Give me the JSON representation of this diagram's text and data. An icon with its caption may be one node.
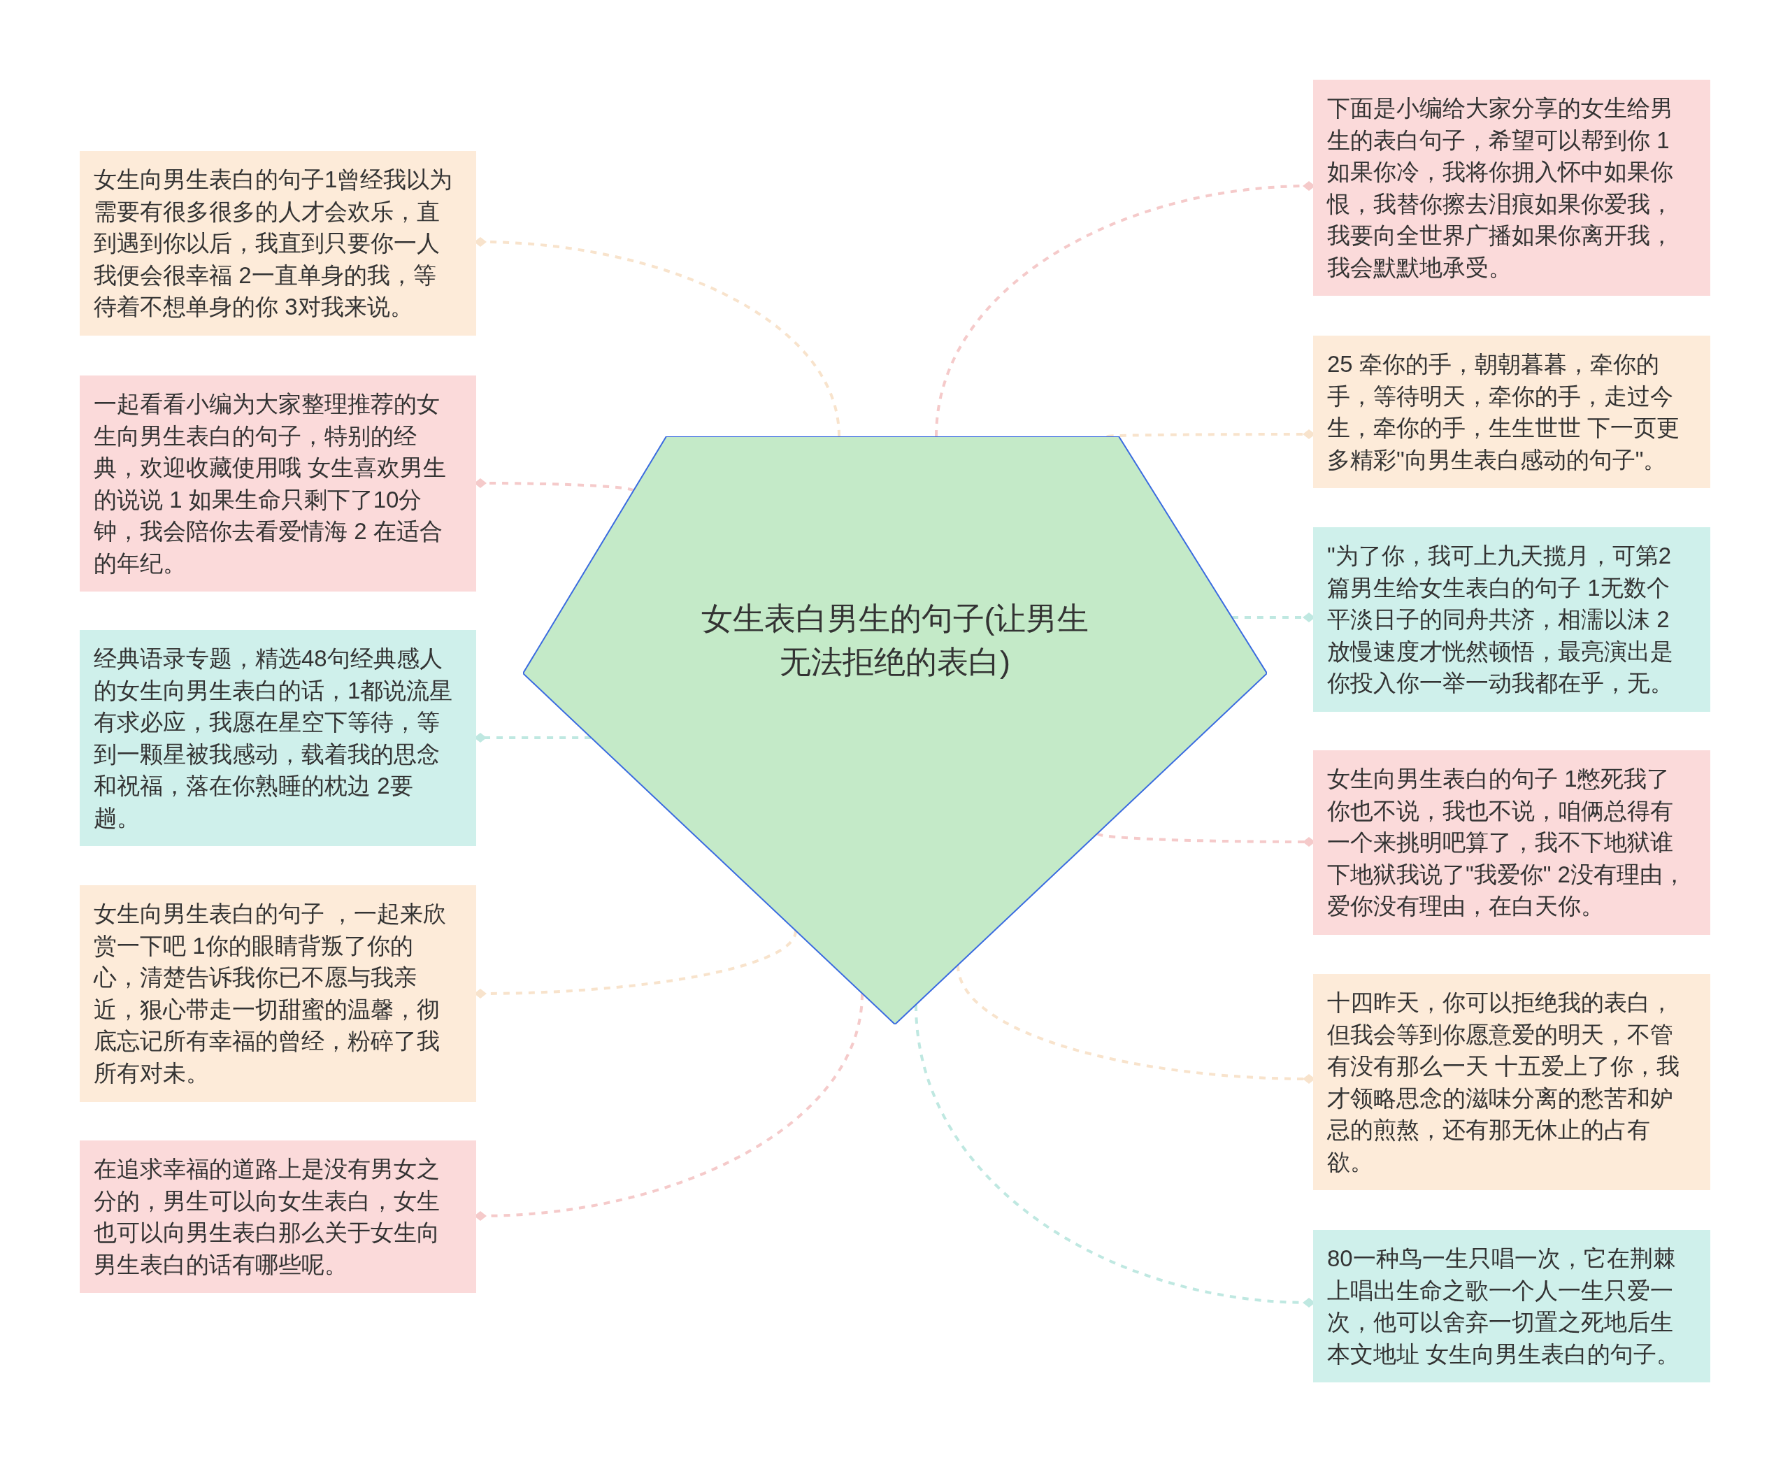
{
  "diagram": {
    "nodes": [
      {
        "text": [
          "女生表白男生的句子(让男生无法拒绝的表白)"
        ]
      },
      {
        "text": [
          "女生向男生表白的句子1曾经我以为需要有很多很多的人才会欢乐，直到遇到你以后，我直到只要你一人我便会很幸福 2一直单身的我，等待着不想单身的你 3对我来说。"
        ]
      },
      {
        "text": [
          "一起看看小编为大家整理推荐的女生向男生表白的句子，特别的经典，欢迎收藏使用哦 女生喜欢男生的说说 1 如果生命只剩下了10分钟，我会陪你去看爱情海 2 在适合的年纪。"
        ]
      },
      {
        "text": [
          "经典语录专题，精选48句经典感人的女生向男生表白的话，1都说流星有求必应，我愿在星空下等待，等到一颗星被我感动，载着我的思念和祝福，落在你熟睡的枕边 2要趟。"
        ]
      },
      {
        "text": [
          "女生向男生表白的句子 ，一起来欣赏一下吧 1你的眼睛背叛了你的心，清楚告诉我你已不愿与我亲近，狠心带走一切甜蜜的温馨，彻底忘记所有幸福的曾经，粉碎了我所有对未。"
        ]
      },
      {
        "text": [
          "在追求幸福的道路上是没有男女之分的，男生可以向女生表白，女生也可以向男生表白那么关于女生向男生表白的话有哪些呢。"
        ]
      },
      {
        "text": [
          "下面是小编给大家分享的女生给男生的表白句子，希望可以帮到你 1如果你冷，我将你拥入怀中如果你恨，我替你擦去泪痕如果你爱我，我要向全世界广播如果你离开我，我会默默地承受。"
        ]
      },
      {
        "text": [
          "25 牵你的手，朝朝暮暮，牵你的手，等待明天，牵你的手，走过今生，牵你的手，生生世世 下一页更多精彩\"向男生表白感动的句子\"。"
        ]
      },
      {
        "text": [
          "\"为了你，我可上九天揽月，可第2篇男生给女生表白的句子 1无数个平淡日子的同舟共济，相濡以沫 2放慢速度才恍然顿悟，最亮演出是你投入你一举一动我都在乎，无。"
        ]
      },
      {
        "text": [
          "女生向男生表白的句子 1憋死我了你也不说，我也不说，咱俩总得有一个来挑明吧算了，我不下地狱谁下地狱我说了\"我爱你\" 2没有理由，爱你没有理由，在白天你。"
        ]
      },
      {
        "text": [
          "十四昨天，你可以拒绝我的表白，但我会等到你愿意爱的明天，不管有没有那么一天 十五爱上了你，我才领略思念的滋味分离的愁苦和妒忌的煎熬，还有那无休止的占有欲。"
        ]
      },
      {
        "text": [
          "80一种鸟一生只唱一次，它在荆棘上唱出生命之歌一个人一生只爱一次，他可以舍弃一切置之死地后生本文地址 女生向男生表白的句子。"
        ]
      }
    ],
    "edges": [
      {
        "from": 0,
        "to": 1,
        "arrow": "other",
        "style": "dashed",
        "color": "#f8e3cc"
      },
      {
        "from": 0,
        "to": 2,
        "arrow": "other",
        "style": "dashed",
        "color": "#f5caca"
      },
      {
        "from": 0,
        "to": 3,
        "arrow": "other",
        "style": "dashed",
        "color": "#bfe8e1"
      },
      {
        "from": 0,
        "to": 4,
        "arrow": "other",
        "style": "dashed",
        "color": "#f8e3cc"
      },
      {
        "from": 0,
        "to": 5,
        "arrow": "other",
        "style": "dashed",
        "color": "#f5caca"
      },
      {
        "from": 0,
        "to": 6,
        "arrow": "other",
        "style": "dashed",
        "color": "#f5caca"
      },
      {
        "from": 0,
        "to": 7,
        "arrow": "other",
        "style": "dashed",
        "color": "#f8e3cc"
      },
      {
        "from": 0,
        "to": 8,
        "arrow": "other",
        "style": "dashed",
        "color": "#bfe8e1"
      },
      {
        "from": 0,
        "to": 9,
        "arrow": "other",
        "style": "dashed",
        "color": "#f5caca"
      },
      {
        "from": 0,
        "to": 10,
        "arrow": "other",
        "style": "dashed",
        "color": "#f8e3cc"
      },
      {
        "from": 0,
        "to": 11,
        "arrow": "other",
        "style": "dashed",
        "color": "#bfe8e1"
      }
    ]
  }
}
